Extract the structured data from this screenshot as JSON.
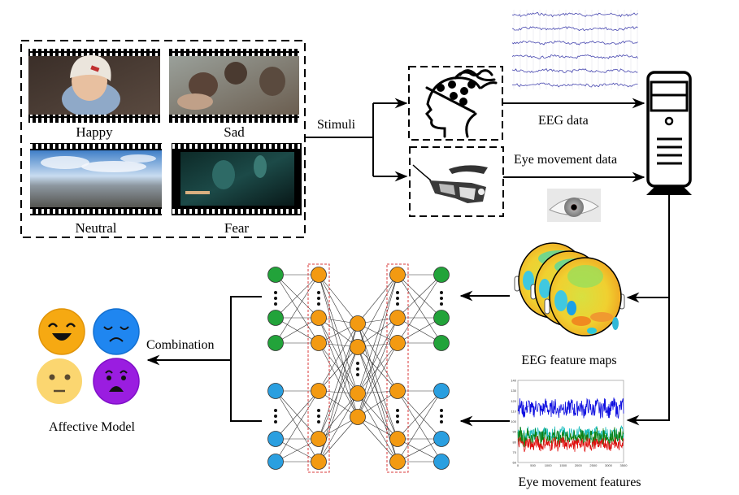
{
  "stimuli": {
    "clips": [
      {
        "label": "Happy",
        "scene": "smiling baby in knit hat"
      },
      {
        "label": "Sad",
        "scene": "injured people in rubble"
      },
      {
        "label": "Neutral",
        "scene": "cloudy sky over plain"
      },
      {
        "label": "Fear",
        "scene": "dark figure in car"
      }
    ],
    "arrow_label": "Stimuli"
  },
  "devices": {
    "eeg_cap": "eeg-headset-icon",
    "eye_tracker": "eye-tracking-glasses-icon"
  },
  "signals": {
    "eeg_label": "EEG data",
    "eye_label": "Eye movement data",
    "eeg_channels": 6
  },
  "computer": {
    "icon": "computer-tower-icon"
  },
  "features": {
    "eeg_maps_label": "EEG feature maps",
    "eye_features_label": "Eye movement features"
  },
  "network": {
    "combination_label": "Combination",
    "colors": {
      "eeg_input": "#22a33a",
      "eye_input": "#2a9fe0",
      "hidden": "#f39a12",
      "bracket": "#d9383a"
    }
  },
  "model": {
    "label": "Affective Model",
    "emotions": [
      {
        "name": "happy",
        "color": "#f6a912"
      },
      {
        "name": "sad",
        "color": "#1f86f0"
      },
      {
        "name": "neutral",
        "color": "#fbd670"
      },
      {
        "name": "fear",
        "color": "#9a1de0"
      }
    ]
  },
  "chart_data": {
    "type": "line",
    "title": "",
    "xlabel": "",
    "ylabel": "",
    "x_ticks": [
      "0",
      "500",
      "1000",
      "1500",
      "2000",
      "2500",
      "3000",
      "3500"
    ],
    "y_ticks": [
      "60",
      "70",
      "80",
      "90",
      "100",
      "110",
      "120",
      "130",
      "140"
    ],
    "xlim": [
      0,
      3500
    ],
    "ylim": [
      60,
      140
    ],
    "series": [
      {
        "name": "blue",
        "color": "#1010e0",
        "mean": 113,
        "spread": 8
      },
      {
        "name": "cyan",
        "color": "#20c0c0",
        "mean": 88,
        "spread": 6
      },
      {
        "name": "green",
        "color": "#108010",
        "mean": 85,
        "spread": 8
      },
      {
        "name": "red",
        "color": "#e01010",
        "mean": 78,
        "spread": 6
      }
    ]
  }
}
